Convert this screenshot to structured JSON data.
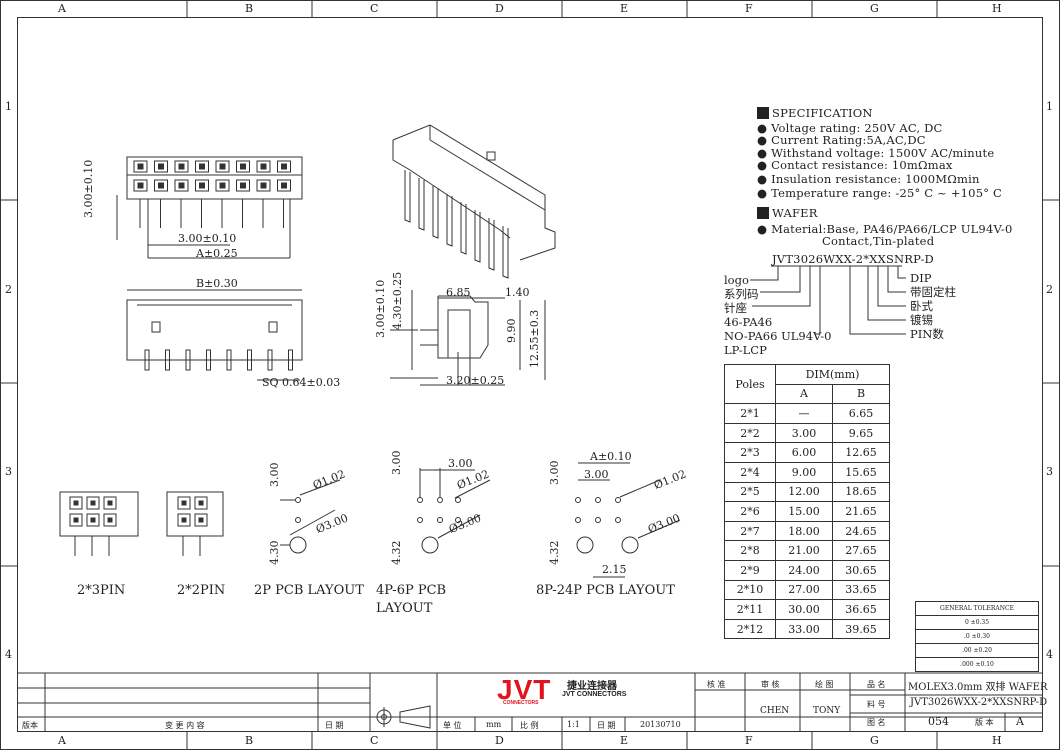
{
  "frame": {
    "columns": [
      "A",
      "B",
      "C",
      "D",
      "E",
      "F",
      "G",
      "H"
    ],
    "rows": [
      "1",
      "2",
      "3",
      "4"
    ]
  },
  "specification": {
    "heading": "SPECIFICATION",
    "items": [
      "Voltage rating: 250V AC, DC",
      "Current Rating:5A,AC,DC",
      "Withstand voltage: 1500V AC/minute",
      "Contact resistance: 10mΩmax",
      "Insulation resistance: 1000MΩmin",
      "Temperature range: -25° C ~ +105° C"
    ]
  },
  "wafer": {
    "heading": "WAFER",
    "material": "Material:Base, PA46/PA66/LCP UL94V-0",
    "contact": "Contact,Tin-plated"
  },
  "part_code": {
    "code": "JVT3026WXX-2*XXSNRP-D",
    "left_labels": [
      "logo",
      "系列码",
      "针座",
      "46-PA46",
      "NO-PA66 UL94V-0",
      "LP-LCP"
    ],
    "right_labels": [
      "DIP",
      "带固定柱",
      "卧式",
      "镀锡",
      "PIN数"
    ]
  },
  "dims": {
    "pitch_vertical": "3.00±0.10",
    "pitch_horizontal": "3.00±0.10",
    "a": "A±0.25",
    "b": "B±0.30",
    "sq": "SQ 0.64±0.03",
    "side_h1": "3.00±0.10",
    "side_h2": "4.30±0.25",
    "w1": "6.85",
    "w2": "1.40",
    "h3": "9.90",
    "h4": "12.55±0.3",
    "w3": "3.20±0.25"
  },
  "layouts": {
    "pin3": "2*3PIN",
    "pin2": "2*2PIN",
    "p2": "2P PCB LAYOUT",
    "p4_6_l1": "4P-6P PCB",
    "p4_6_l2": "LAYOUT",
    "p8_24": "8P-24P PCB LAYOUT",
    "d102": "Ø1.02",
    "d300": "Ø3.00",
    "v300": "3.00",
    "v430": "4.30",
    "v432": "4.32",
    "h300": "3.00",
    "a010": "A±0.10",
    "h215": "2.15"
  },
  "dim_table": {
    "header_poles": "Poles",
    "header_dim": "DIM(mm)",
    "col_a": "A",
    "col_b": "B",
    "rows": [
      {
        "p": "2*1",
        "a": "—",
        "b": "6.65"
      },
      {
        "p": "2*2",
        "a": "3.00",
        "b": "9.65"
      },
      {
        "p": "2*3",
        "a": "6.00",
        "b": "12.65"
      },
      {
        "p": "2*4",
        "a": "9.00",
        "b": "15.65"
      },
      {
        "p": "2*5",
        "a": "12.00",
        "b": "18.65"
      },
      {
        "p": "2*6",
        "a": "15.00",
        "b": "21.65"
      },
      {
        "p": "2*7",
        "a": "18.00",
        "b": "24.65"
      },
      {
        "p": "2*8",
        "a": "21.00",
        "b": "27.65"
      },
      {
        "p": "2*9",
        "a": "24.00",
        "b": "30.65"
      },
      {
        "p": "2*10",
        "a": "27.00",
        "b": "33.65"
      },
      {
        "p": "2*11",
        "a": "30.00",
        "b": "36.65"
      },
      {
        "p": "2*12",
        "a": "33.00",
        "b": "39.65"
      }
    ]
  },
  "tolerance": {
    "title": "GENERAL TOLERANCE",
    "rows": [
      "0    ±0.35",
      ".0    ±0.30",
      ".00   ±0.20",
      ".000 ±0.10"
    ]
  },
  "title_block": {
    "rev_label": "版本",
    "change_label": "变 更 内 容",
    "date_label": "日 期",
    "unit_label": "单 位",
    "unit_value": "mm",
    "scale_label": "比 例",
    "scale_value": "1:1",
    "date2_label": "日 期",
    "date_value": "20130710",
    "logo_text": "JVT",
    "logo_sub": "CONNECTORS",
    "company_cn": "捷业连接器",
    "company_en": "JVT CONNECTORS",
    "approve_label": "核 准",
    "check_label": "审 核",
    "draw_label": "绘 图",
    "checker": "CHEN",
    "drawer": "TONY",
    "name_label": "品 名",
    "name_value": "MOLEX3.0mm 双排 WAFER",
    "part_label": "料 号",
    "part_value": "JVT3026WXX-2*XXSNRP-D",
    "drawing_label": "图 名",
    "drawing_value": "054",
    "version_label": "版 本",
    "version_value": "A"
  }
}
